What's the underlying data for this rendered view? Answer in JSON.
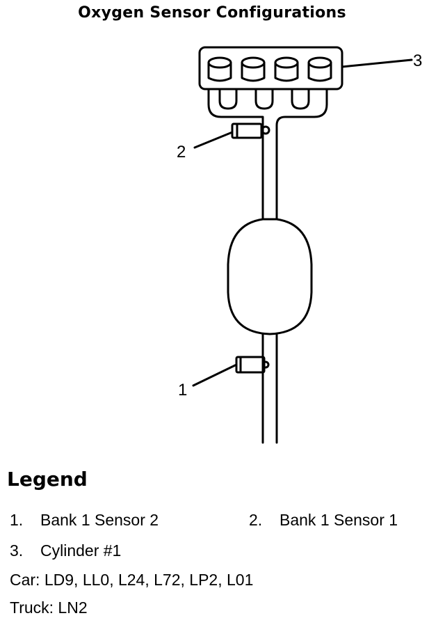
{
  "title": "Oxygen Sensor Configurations",
  "callouts": {
    "one": "1",
    "two": "2",
    "three": "3"
  },
  "legend": {
    "heading": "Legend",
    "items": [
      {
        "num": "1.",
        "label": "Bank 1 Sensor 2"
      },
      {
        "num": "2.",
        "label": "Bank 1 Sensor 1"
      },
      {
        "num": "3.",
        "label": "Cylinder #1"
      }
    ],
    "car": "Car: LD9, LL0, L24, L72, LP2, L01",
    "truck": "Truck: LN2"
  }
}
